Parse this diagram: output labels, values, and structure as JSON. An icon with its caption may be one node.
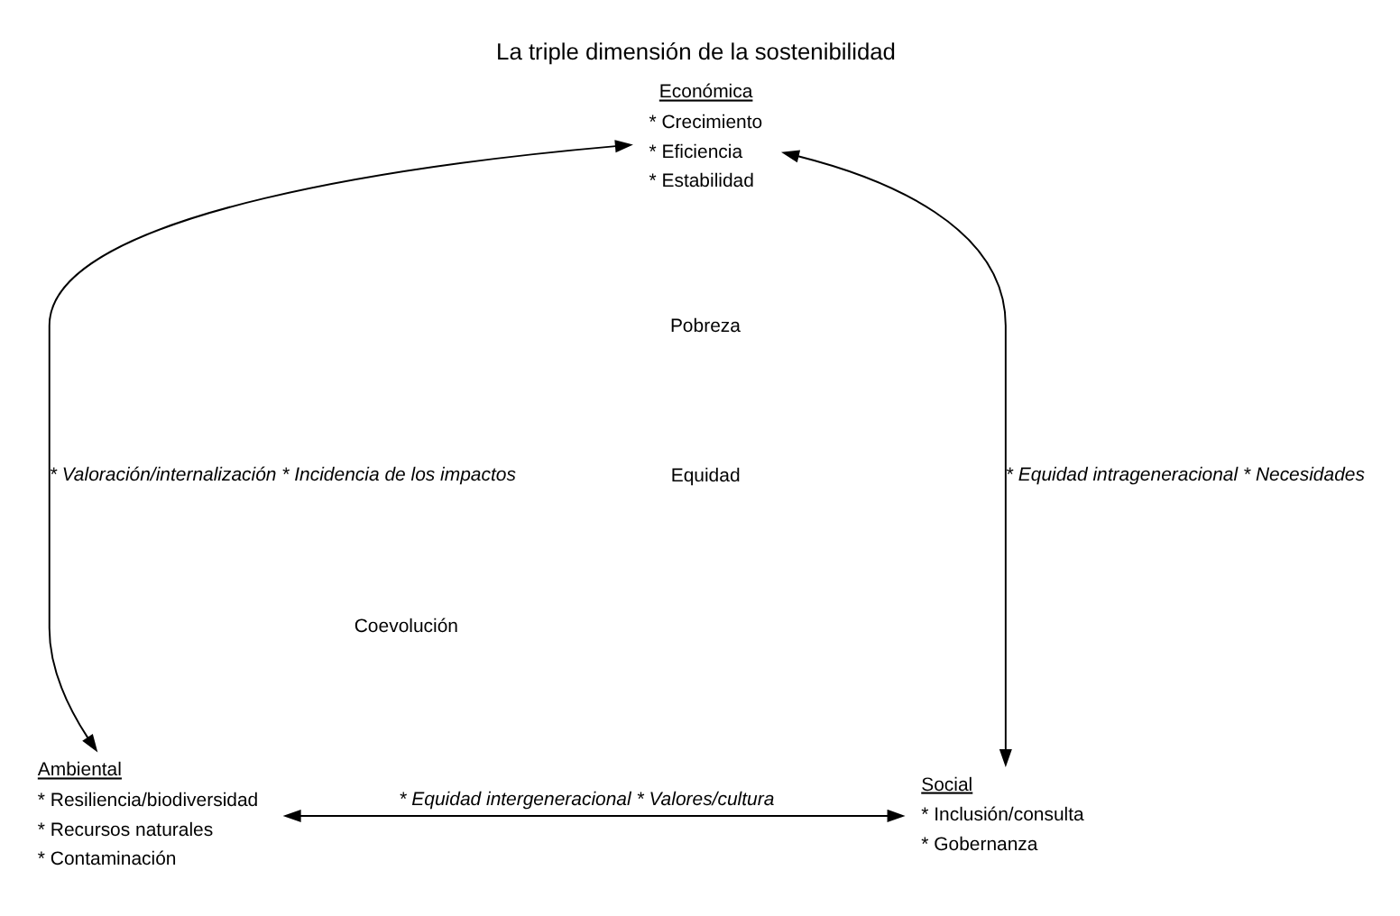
{
  "diagram": {
    "title": "La triple dimensión de la sostenibilidad",
    "nodes": [
      {
        "text": [
          "Económica",
          "* Crecimiento",
          "* Eficiencia",
          "* Estabilidad"
        ]
      },
      {
        "text": [
          "Ambiental",
          "* Resiliencia/biodiversidad",
          "* Recursos naturales",
          "* Contaminación"
        ]
      },
      {
        "text": [
          "Social",
          "* Inclusión/consulta",
          "* Gobernanza"
        ]
      }
    ],
    "edges": [
      {
        "from": 0,
        "to": 1,
        "arrow": "both",
        "label": "* Valoración/internalización * Incidencia de los impactos"
      },
      {
        "from": 0,
        "to": 2,
        "arrow": "both",
        "label": "* Equidad intrageneracional * Necesidades"
      },
      {
        "from": 1,
        "to": 2,
        "arrow": "both",
        "label": "* Equidad intergeneracional * Valores/cultura"
      }
    ],
    "labels": [
      "Pobreza",
      "Equidad",
      "Coevolución"
    ]
  }
}
